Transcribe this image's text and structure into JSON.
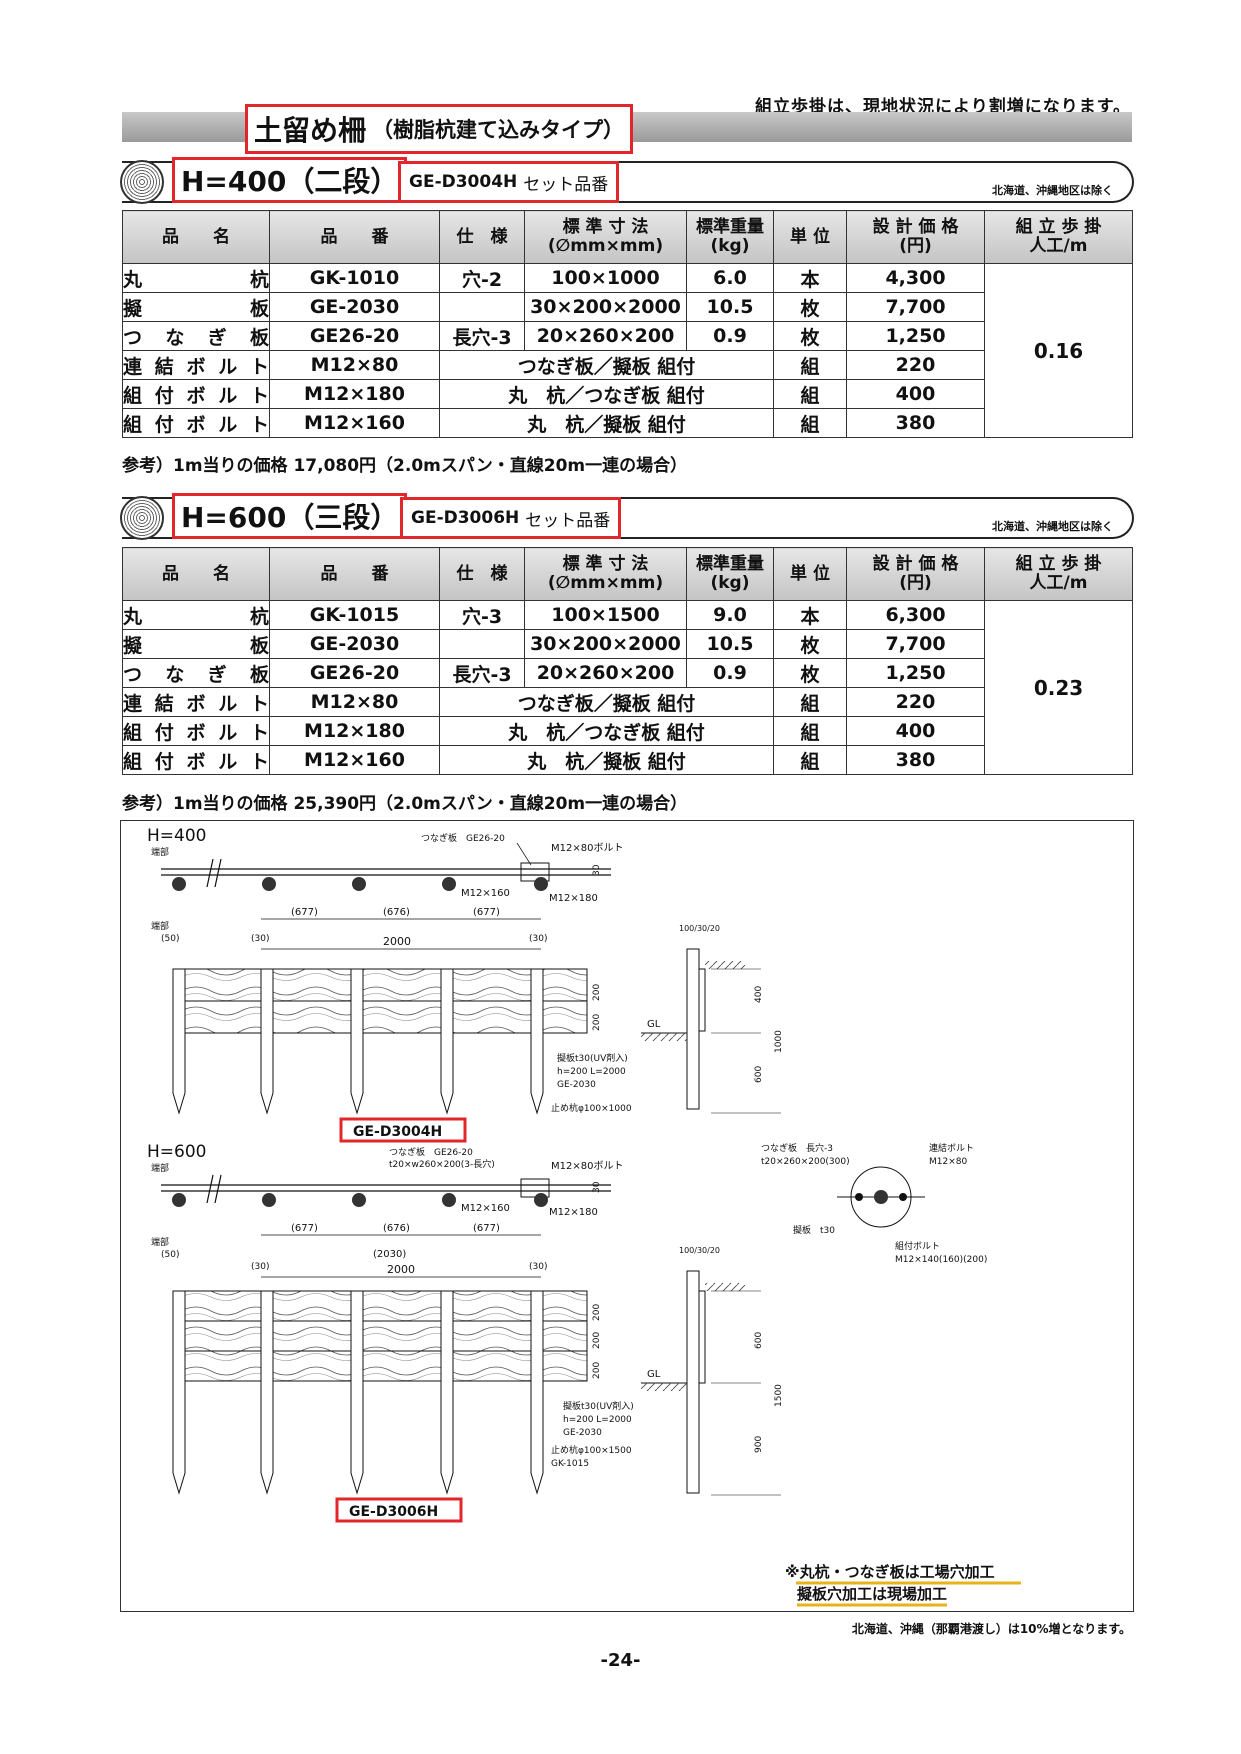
{
  "top_note": "組立歩掛は、現地状況により割増になります。",
  "title": {
    "main": "土留め柵",
    "sub": "（樹脂杭建て込みタイプ）"
  },
  "headers": {
    "hinmei": "品　　名",
    "hinban": "品　　番",
    "shiyo": "仕　様",
    "sunpo_1": "標 準 寸 法",
    "sunpo_2": "(∅mm×mm)",
    "juryo_1": "標準重量",
    "juryo_2": "(kg)",
    "tani": "単 位",
    "kakaku_1": "設 計 価 格",
    "kakaku_2": "(円)",
    "buhake_1": "組 立 歩 掛",
    "buhake_2": "人工/m"
  },
  "sections": [
    {
      "height_label": "H=400（二段）",
      "set_code": "GE-D3004H",
      "set_label": "セット品番",
      "region_note": "北海道、沖縄地区は除く",
      "labor": "0.16",
      "rows": [
        {
          "name": "丸杭",
          "code": "GK-1010",
          "spec": "穴-2",
          "size": "100×1000",
          "weight": "6.0",
          "unit": "本",
          "price": "4,300"
        },
        {
          "name": "擬板",
          "code": "GE-2030",
          "spec": "",
          "size": "30×200×2000",
          "weight": "10.5",
          "unit": "枚",
          "price": "7,700"
        },
        {
          "name": "つなぎ板",
          "code": "GE26-20",
          "spec": "長穴-3",
          "size": "20×260×200",
          "weight": "0.9",
          "unit": "枚",
          "price": "1,250"
        },
        {
          "name": "連結ボルト",
          "code": "M12×80",
          "merged": "つなぎ板／擬板 組付",
          "unit": "組",
          "price": "220"
        },
        {
          "name": "組付ボルト",
          "code": "M12×180",
          "merged": "丸　杭／つなぎ板 組付",
          "unit": "組",
          "price": "400"
        },
        {
          "name": "組付ボルト",
          "code": "M12×160",
          "merged": "丸　杭／擬板 組付",
          "unit": "組",
          "price": "380"
        }
      ],
      "reference": "参考）1m当りの価格 17,080円（2.0mスパン・直線20m一連の場合）"
    },
    {
      "height_label": "H=600（三段）",
      "set_code": "GE-D3006H",
      "set_label": "セット品番",
      "region_note": "北海道、沖縄地区は除く",
      "labor": "0.23",
      "rows": [
        {
          "name": "丸杭",
          "code": "GK-1015",
          "spec": "穴-3",
          "size": "100×1500",
          "weight": "9.0",
          "unit": "本",
          "price": "6,300"
        },
        {
          "name": "擬板",
          "code": "GE-2030",
          "spec": "",
          "size": "30×200×2000",
          "weight": "10.5",
          "unit": "枚",
          "price": "7,700"
        },
        {
          "name": "つなぎ板",
          "code": "GE26-20",
          "spec": "長穴-3",
          "size": "20×260×200",
          "weight": "0.9",
          "unit": "枚",
          "price": "1,250"
        },
        {
          "name": "連結ボルト",
          "code": "M12×80",
          "merged": "つなぎ板／擬板 組付",
          "unit": "組",
          "price": "220"
        },
        {
          "name": "組付ボルト",
          "code": "M12×180",
          "merged": "丸　杭／つなぎ板 組付",
          "unit": "組",
          "price": "400"
        },
        {
          "name": "組付ボルト",
          "code": "M12×160",
          "merged": "丸　杭／擬板 組付",
          "unit": "組",
          "price": "380"
        }
      ],
      "reference": "参考）1m当りの価格 25,390円（2.0mスパン・直線20m一連の場合）"
    }
  ],
  "drawing": {
    "h400": {
      "label": "H=400",
      "end": "端部",
      "tsunagi": "つなぎ板　GE26-20",
      "bolt80": "M12×80ボルト",
      "dim30": "30",
      "bolt160": "M12×160",
      "bolt180": "M12×180",
      "span_a": "(677)",
      "span_b": "(676)",
      "span_c": "(677)",
      "end50": "(50)",
      "end30a": "(30)",
      "end30b": "(30)",
      "width2000": "2000",
      "d200a": "200",
      "d200b": "200",
      "board_1": "擬板t30(UV剤入)",
      "board_2": "h=200 L=2000",
      "board_3": "GE-2030",
      "pile": "止め杭φ100×1000",
      "code_box": "GE-D3004H",
      "side_top": "100/30/20",
      "gl": "GL",
      "side_400": "400",
      "side_600": "600",
      "side_1000": "1000"
    },
    "h600": {
      "label": "H=600",
      "end": "端部",
      "tsunagi_1": "つなぎ板　GE26-20",
      "tsunagi_2": "t20×w260×200(3-長穴)",
      "bolt80": "M12×80ボルト",
      "dim30": "30",
      "bolt160": "M12×160",
      "bolt180": "M12×180",
      "span_a": "(677)",
      "span_b": "(676)",
      "span_c": "(677)",
      "end50": "(50)",
      "total2030": "(2030)",
      "end30a": "(30)",
      "end30b": "(30)",
      "width2000": "2000",
      "d200a": "200",
      "d200b": "200",
      "d200c": "200",
      "board_1": "擬板t30(UV剤入)",
      "board_2": "h=200 L=2000",
      "board_3": "GE-2030",
      "pile_1": "止め杭φ100×1500",
      "pile_2": "GK-1015",
      "code_box": "GE-D3006H",
      "side_top": "100/30/20",
      "gl": "GL",
      "side_600": "600",
      "side_900": "900",
      "side_1500": "1500"
    },
    "detail": {
      "tsunagi_1": "つなぎ板　長穴-3",
      "tsunagi_2": "t20×260×200(300)",
      "renketsu_1": "連結ボルト",
      "renketsu_2": "M12×80",
      "giban": "擬板　t30",
      "kumitsuke_1": "組付ボルト",
      "kumitsuke_2": "M12×140(160)(200)"
    },
    "note_1": "※丸杭・つなぎ板は工場穴加工",
    "note_2": "擬板穴加工は現場加工"
  },
  "footer_note": "北海道、沖縄（那覇港渡し）は10%増となります。",
  "page_number": "-24-"
}
